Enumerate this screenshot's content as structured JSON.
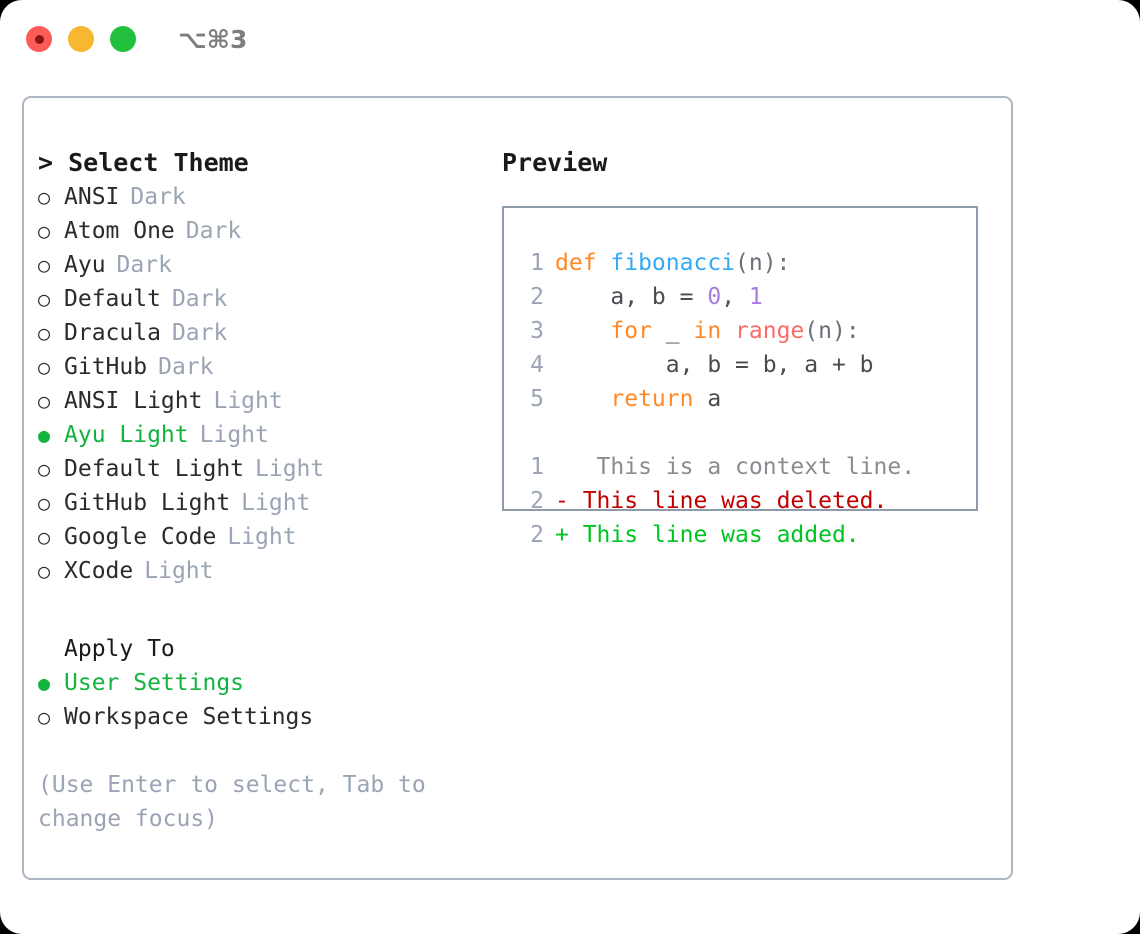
{
  "titlebar": {
    "shortcut": "⌥⌘3",
    "buttons": [
      {
        "name": "close",
        "color": "#FC5C57"
      },
      {
        "name": "minimize",
        "color": "#F7B731"
      },
      {
        "name": "maximize",
        "color": "#22C03C"
      }
    ]
  },
  "colors": {
    "accent_green": "#12B33F",
    "muted": "#9AA4B5",
    "border": "#AEB6C2",
    "preview_border": "#8F9AAB",
    "diff_added": "#00C421",
    "diff_deleted": "#C00000"
  },
  "theme_picker": {
    "heading": "> Select Theme",
    "bullet_unselected": "○",
    "bullet_selected": "●",
    "items": [
      {
        "label": "ANSI",
        "variant": "Dark",
        "selected": false
      },
      {
        "label": "Atom One",
        "variant": "Dark",
        "selected": false
      },
      {
        "label": "Ayu",
        "variant": "Dark",
        "selected": false
      },
      {
        "label": "Default",
        "variant": "Dark",
        "selected": false
      },
      {
        "label": "Dracula",
        "variant": "Dark",
        "selected": false
      },
      {
        "label": "GitHub",
        "variant": "Dark",
        "selected": false
      },
      {
        "label": "ANSI Light",
        "variant": "Light",
        "selected": false
      },
      {
        "label": "Ayu Light",
        "variant": "Light",
        "selected": true
      },
      {
        "label": "Default Light",
        "variant": "Light",
        "selected": false
      },
      {
        "label": "GitHub Light",
        "variant": "Light",
        "selected": false
      },
      {
        "label": "Google Code",
        "variant": "Light",
        "selected": false
      },
      {
        "label": "XCode",
        "variant": "Light",
        "selected": false
      }
    ]
  },
  "apply_to": {
    "heading": "Apply To",
    "items": [
      {
        "label": "User Settings",
        "selected": true
      },
      {
        "label": "Workspace Settings",
        "selected": false
      }
    ]
  },
  "help": {
    "text": "(Use Enter to select, Tab to change focus)"
  },
  "preview": {
    "heading": "Preview",
    "code_lines": [
      {
        "no": "1",
        "tokens": [
          {
            "t": "def ",
            "c": "t-kw"
          },
          {
            "t": "fibonacci",
            "c": "t-fn"
          },
          {
            "t": "(n):",
            "c": "t-punc"
          }
        ]
      },
      {
        "no": "2",
        "tokens": [
          {
            "t": "    a, b = ",
            "c": "t-id"
          },
          {
            "t": "0",
            "c": "t-num"
          },
          {
            "t": ", ",
            "c": "t-id"
          },
          {
            "t": "1",
            "c": "t-num"
          }
        ]
      },
      {
        "no": "3",
        "tokens": [
          {
            "t": "    for ",
            "c": "t-kw"
          },
          {
            "t": "_ ",
            "c": "t-id"
          },
          {
            "t": "in ",
            "c": "t-kw"
          },
          {
            "t": "range",
            "c": "t-bi"
          },
          {
            "t": "(n):",
            "c": "t-punc"
          }
        ]
      },
      {
        "no": "4",
        "tokens": [
          {
            "t": "        a, b = b, a + b",
            "c": "t-id"
          }
        ]
      },
      {
        "no": "5",
        "tokens": [
          {
            "t": "    return ",
            "c": "t-kw"
          },
          {
            "t": "a",
            "c": "t-id"
          }
        ]
      }
    ],
    "diff_lines": [
      {
        "no": "1",
        "marker": " ",
        "text": "  This is a context line.",
        "kind": "d-ctx"
      },
      {
        "no": "2",
        "marker": "-",
        "text": " This line was deleted.",
        "kind": "d-del"
      },
      {
        "no": "2",
        "marker": "+",
        "text": " This line was added.",
        "kind": "d-add"
      }
    ]
  }
}
